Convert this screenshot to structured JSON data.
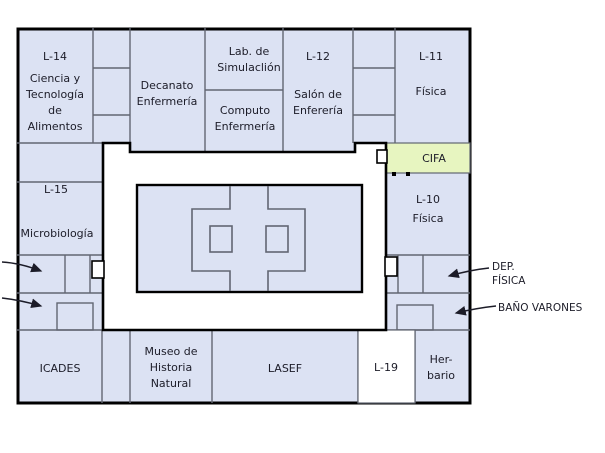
{
  "colors": {
    "room_fill": "#dce2f3",
    "cifa_fill": "#e7f5c0",
    "courtyard_fill": "#ffffff",
    "outer_wall": "#000000",
    "inner_wall": "#626672",
    "text": "#1c1c28"
  },
  "rooms": {
    "l14": {
      "code": "L-14",
      "name": "Ciencia y\nTecnología\nde\nAlimentos"
    },
    "decanato": {
      "name": "Decanato\nEnfermería"
    },
    "lab_simulacion": {
      "name": "Lab. de\nSimulaclión"
    },
    "computo": {
      "name": "Computo\nEnfermería"
    },
    "l12": {
      "code": "L-12",
      "name": "Salón de\nEnferería"
    },
    "l11": {
      "code": "L-11",
      "name": "Física"
    },
    "cifa": {
      "name": "CIFA"
    },
    "l10": {
      "code": "L-10",
      "name": "Física"
    },
    "l15": {
      "code": "L-15",
      "name": "Microbiología"
    },
    "icades": {
      "name": "ICADES"
    },
    "museo": {
      "name": "Museo de\nHistoria\nNatural"
    },
    "lasef": {
      "name": "LASEF"
    },
    "l19": {
      "code": "L-19"
    },
    "herbario": {
      "name": "Her-\nbario"
    }
  },
  "callouts": {
    "dep_fisica": "DEP.\nFÍSICA",
    "bano_varones": "BAÑO VARONES"
  }
}
